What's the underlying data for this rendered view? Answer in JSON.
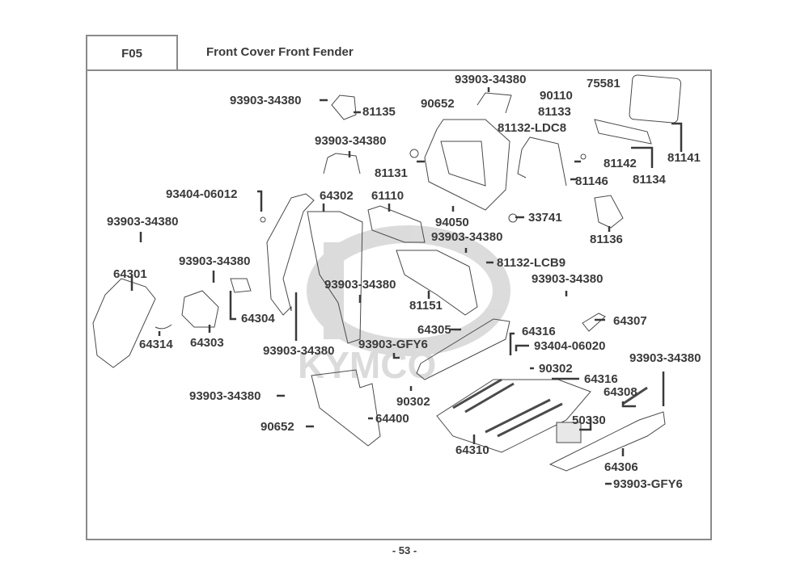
{
  "header": {
    "section_code": "F05",
    "title": "Front Cover  Front Fender"
  },
  "footer": {
    "page_number": "- 53 -"
  },
  "watermark": "KYMCO",
  "parts": [
    {
      "id": "p1",
      "number": "93903-34380"
    },
    {
      "id": "p2",
      "number": "81135"
    },
    {
      "id": "p3",
      "number": "93903-34380"
    },
    {
      "id": "p4",
      "number": "93903-34380"
    },
    {
      "id": "p5",
      "number": "90652"
    },
    {
      "id": "p6",
      "number": "90110"
    },
    {
      "id": "p7",
      "number": "75581"
    },
    {
      "id": "p8",
      "number": "81133"
    },
    {
      "id": "p9",
      "number": "81132-LDC8"
    },
    {
      "id": "p10",
      "number": "81141"
    },
    {
      "id": "p11",
      "number": "81142"
    },
    {
      "id": "p12",
      "number": "81134"
    },
    {
      "id": "p13",
      "number": "81131"
    },
    {
      "id": "p14",
      "number": "81146"
    },
    {
      "id": "p15",
      "number": "93404-06012"
    },
    {
      "id": "p16",
      "number": "64302"
    },
    {
      "id": "p17",
      "number": "61110"
    },
    {
      "id": "p18",
      "number": "94050"
    },
    {
      "id": "p19",
      "number": "33741"
    },
    {
      "id": "p20",
      "number": "81136"
    },
    {
      "id": "p21",
      "number": "93903-34380"
    },
    {
      "id": "p22",
      "number": "93903-34380"
    },
    {
      "id": "p23",
      "number": "81132-LCB9"
    },
    {
      "id": "p24",
      "number": "93903-34380"
    },
    {
      "id": "p25",
      "number": "64301"
    },
    {
      "id": "p26",
      "number": "93903-34380"
    },
    {
      "id": "p27",
      "number": "93903-34380"
    },
    {
      "id": "p28",
      "number": "64304"
    },
    {
      "id": "p29",
      "number": "81151"
    },
    {
      "id": "p30",
      "number": "64307"
    },
    {
      "id": "p31",
      "number": "64314"
    },
    {
      "id": "p32",
      "number": "64303"
    },
    {
      "id": "p33",
      "number": "64305"
    },
    {
      "id": "p34",
      "number": "64316"
    },
    {
      "id": "p35",
      "number": "93903-34380"
    },
    {
      "id": "p36",
      "number": "93903-GFY6"
    },
    {
      "id": "p37",
      "number": "93404-06020"
    },
    {
      "id": "p38",
      "number": "90302"
    },
    {
      "id": "p39",
      "number": "64316"
    },
    {
      "id": "p40",
      "number": "93903-34380"
    },
    {
      "id": "p41",
      "number": "93903-34380"
    },
    {
      "id": "p42",
      "number": "90302"
    },
    {
      "id": "p43",
      "number": "64308"
    },
    {
      "id": "p44",
      "number": "64400"
    },
    {
      "id": "p45",
      "number": "50330"
    },
    {
      "id": "p46",
      "number": "90652"
    },
    {
      "id": "p47",
      "number": "64310"
    },
    {
      "id": "p48",
      "number": "64306"
    },
    {
      "id": "p49",
      "number": "93903-GFY6"
    }
  ]
}
